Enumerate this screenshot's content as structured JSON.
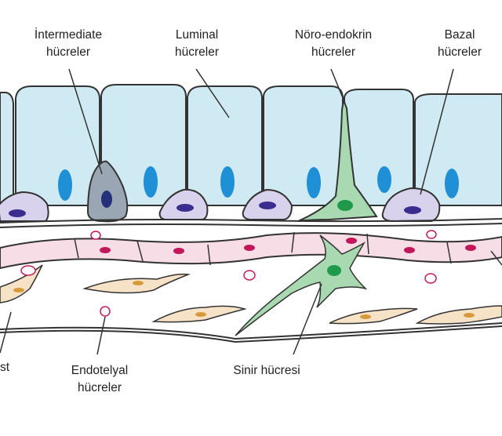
{
  "labels": {
    "intermediate": {
      "line1": "İntermediate",
      "line2": "hücreler"
    },
    "luminal": {
      "line1": "Luminal",
      "line2": "hücreler"
    },
    "neuroendocrine": {
      "line1": "Nöro-endokrin",
      "line2": "hücreler"
    },
    "basal": {
      "line1": "Bazal",
      "line2": "hücreler"
    },
    "fibroblast_partial": {
      "line1": "st"
    },
    "endothelial": {
      "line1": "Endotelyal",
      "line2": "hücreler"
    },
    "nerve": {
      "line1": "Sinir hücresi"
    }
  },
  "colors": {
    "luminal_fill": "#cfeaf3",
    "luminal_nucleus": "#1f8fd6",
    "basal_fill": "#d9d2ec",
    "basal_nucleus": "#3b2c8f",
    "intermediate_fill": "#9aa6b3",
    "intermediate_nucleus": "#24307a",
    "neuro_fill": "#a8d9b0",
    "neuro_nucleus": "#1e9a4a",
    "endothelial_fill": "#f6dde6",
    "endothelial_nucleus": "#c2185b",
    "fibroblast_fill": "#f6e2c6",
    "fibroblast_nucleus": "#d69a3a",
    "outline": "#333333",
    "pointer": "#333333"
  }
}
